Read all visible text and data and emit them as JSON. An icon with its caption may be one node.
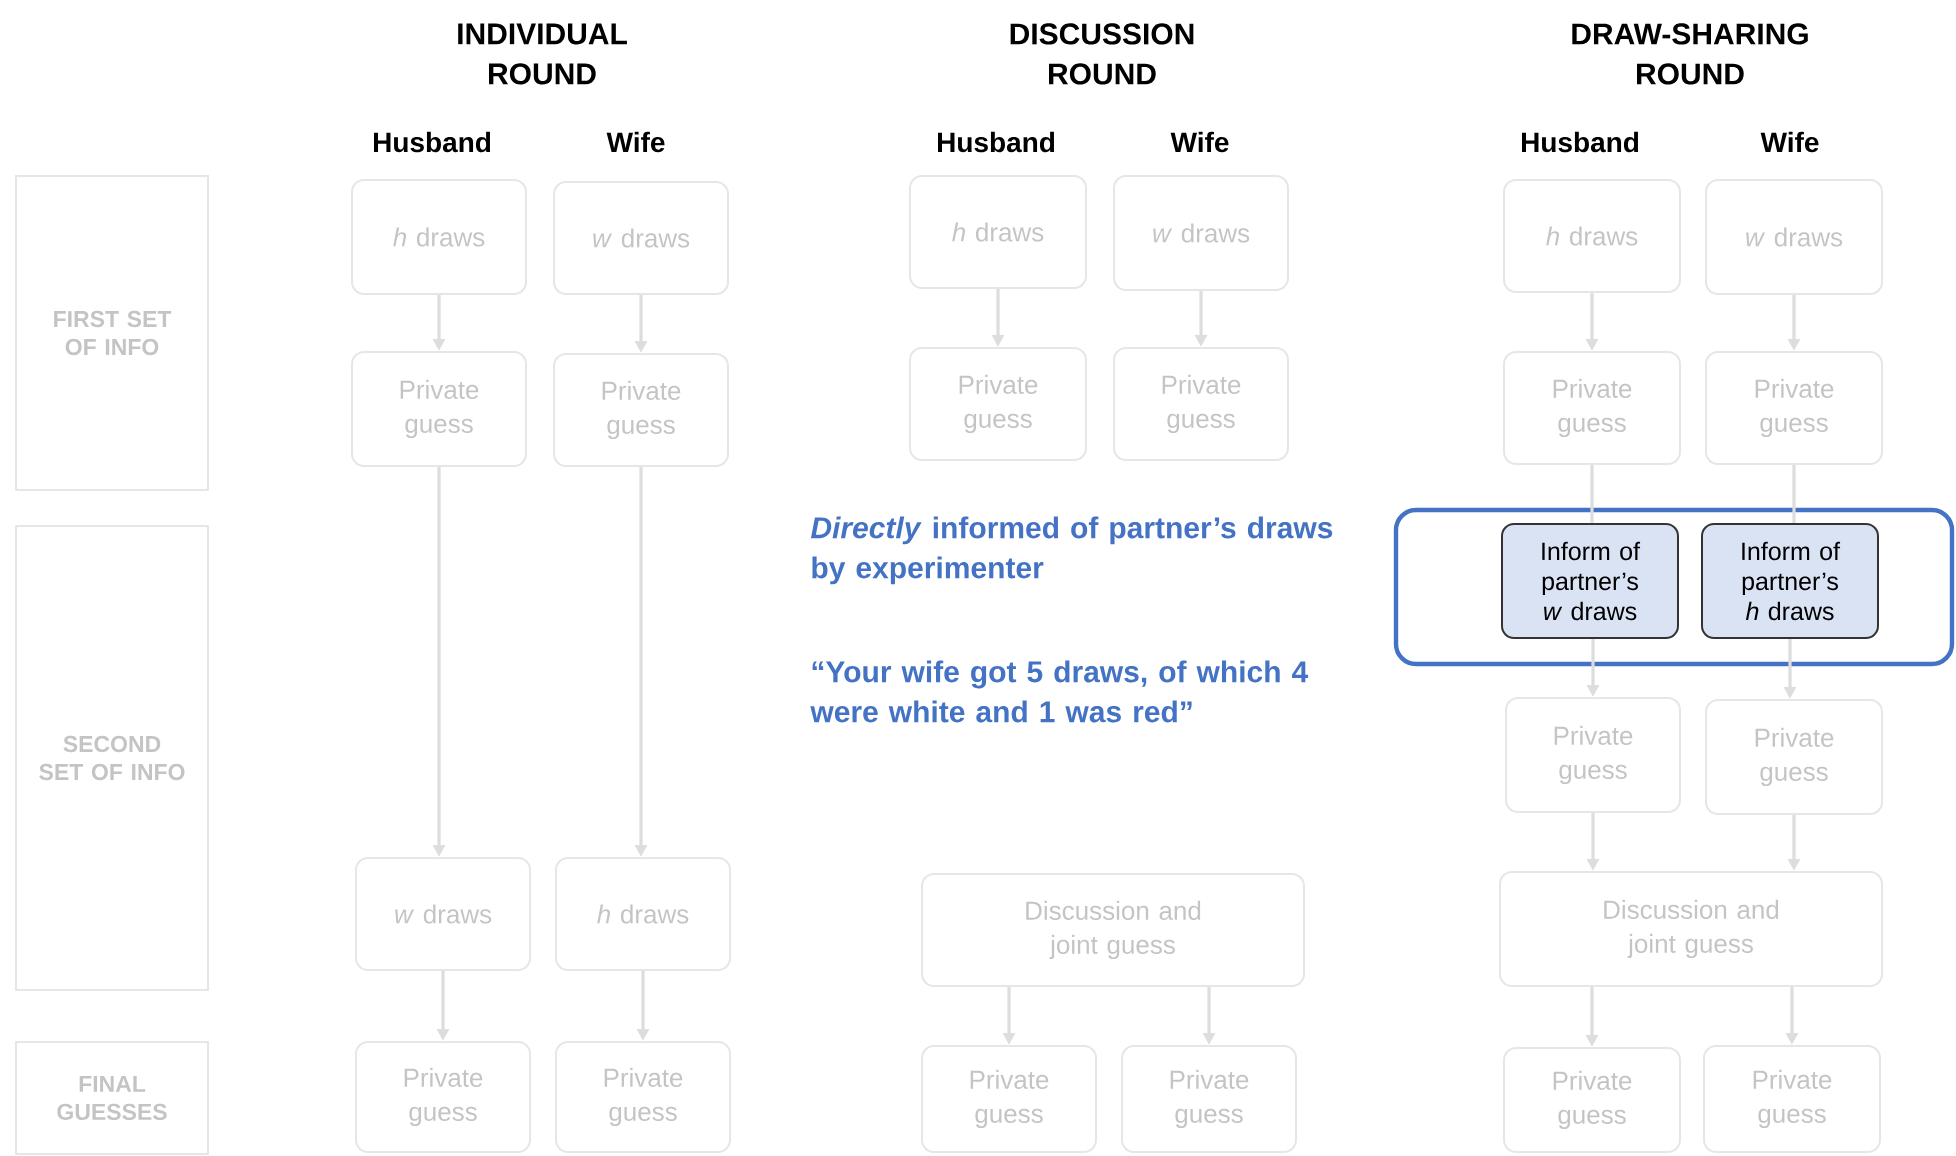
{
  "diagram": {
    "nodes": [
      {
        "text": [
          "FIRST SET OF INFO"
        ]
      },
      {
        "text": [
          "SECOND SET OF INFO"
        ]
      },
      {
        "text": [
          "FINAL GUESSES"
        ]
      },
      {
        "text": [
          "*h* draws"
        ]
      },
      {
        "text": [
          "*w* draws"
        ]
      },
      {
        "text": [
          "Private guess"
        ]
      },
      {
        "text": [
          "Private guess"
        ]
      },
      {
        "text": [
          "*w* draws"
        ]
      },
      {
        "text": [
          "*h* draws"
        ]
      },
      {
        "text": [
          "Private guess"
        ]
      },
      {
        "text": [
          "Private guess"
        ]
      },
      {
        "text": [
          "*h* draws"
        ]
      },
      {
        "text": [
          "*w* draws"
        ]
      },
      {
        "text": [
          "Private guess"
        ]
      },
      {
        "text": [
          "Private guess"
        ]
      },
      {
        "text": [
          "Discussion and joint guess"
        ]
      },
      {
        "text": [
          "Private guess"
        ]
      },
      {
        "text": [
          "Private guess"
        ]
      },
      {
        "text": [
          "*h* draws"
        ]
      },
      {
        "text": [
          "*w* draws"
        ]
      },
      {
        "text": [
          "Private guess"
        ]
      },
      {
        "text": [
          "Private guess"
        ]
      },
      {
        "text": [],
        "shape": "box"
      },
      {
        "text": [
          "Inform of partner’s *w* draws"
        ],
        "in": 22
      },
      {
        "text": [
          "Inform of partner’s *h* draws"
        ],
        "in": 22
      },
      {
        "text": [
          "Private guess"
        ]
      },
      {
        "text": [
          "Private guess"
        ]
      },
      {
        "text": [
          "Discussion and joint guess"
        ]
      },
      {
        "text": [
          "Private guess"
        ]
      },
      {
        "text": [
          "Private guess"
        ]
      }
    ],
    "edges": [
      {
        "from": 3,
        "to": 5,
        "arrow": "to"
      },
      {
        "from": 4,
        "to": 6,
        "arrow": "to"
      },
      {
        "from": 5,
        "to": 7,
        "arrow": "to"
      },
      {
        "from": 6,
        "to": 8,
        "arrow": "to"
      },
      {
        "from": 7,
        "to": 9,
        "arrow": "to"
      },
      {
        "from": 8,
        "to": 10,
        "arrow": "to"
      },
      {
        "from": 11,
        "to": 13,
        "arrow": "to"
      },
      {
        "from": 12,
        "to": 14,
        "arrow": "to"
      },
      {
        "from": 15,
        "to": 16,
        "arrow": "to"
      },
      {
        "from": 15,
        "to": 17,
        "arrow": "to"
      },
      {
        "from": 18,
        "to": 20,
        "arrow": "to"
      },
      {
        "from": 19,
        "to": 21,
        "arrow": "to"
      },
      {
        "from": 20,
        "to": 23,
        "arrow": "none"
      },
      {
        "from": 21,
        "to": 24,
        "arrow": "none"
      },
      {
        "from": 23,
        "to": 25,
        "arrow": "to"
      },
      {
        "from": 24,
        "to": 26,
        "arrow": "to"
      },
      {
        "from": 25,
        "to": 27,
        "arrow": "to"
      },
      {
        "from": 26,
        "to": 27,
        "arrow": "to"
      },
      {
        "from": 27,
        "to": 28,
        "arrow": "to"
      },
      {
        "from": 27,
        "to": 29,
        "arrow": "to"
      }
    ],
    "labels": [
      "INDIVIDUAL ROUND",
      "DISCUSSION ROUND",
      "DRAW-SHARING ROUND",
      "Husband",
      "Wife",
      "Husband",
      "Wife",
      "Husband",
      "Wife",
      "*Directly* informed of partner’s draws by experimenter",
      "“Your wife got 5 draws, of which 4 were white and 1 was red”"
    ]
  }
}
